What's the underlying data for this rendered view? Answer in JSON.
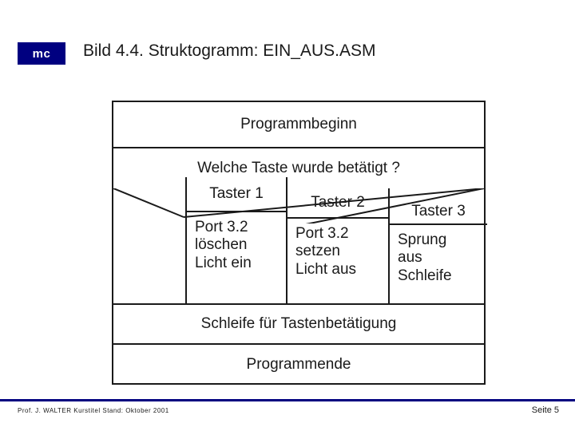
{
  "header": {
    "badge": "mc",
    "title": "Bild 4.4. Struktogramm: EIN_AUS.ASM"
  },
  "diagram": {
    "type": "nassi-shneiderman",
    "begin": "Programmbeginn",
    "condition": "Welche Taste wurde betätigt ?",
    "branches": [
      {
        "head": "Taster 1",
        "body": [
          "Port 3.2",
          "löschen",
          "Licht ein"
        ]
      },
      {
        "head": "Taster 2",
        "body": [
          "Port 3.2",
          "setzen",
          "Licht aus"
        ]
      },
      {
        "head": "Taster 3",
        "body": [
          "Sprung",
          "aus",
          "Schleife"
        ]
      }
    ],
    "loop": "Schleife für Tastenbetätigung",
    "end": "Programmende"
  },
  "footer": {
    "credit": "Prof. J. WALTER  Kurstitel  Stand: Oktober 2001",
    "page": "Seite 5"
  },
  "colors": {
    "brand": "#000080",
    "ink": "#1a1a1a",
    "background": "#ffffff"
  }
}
